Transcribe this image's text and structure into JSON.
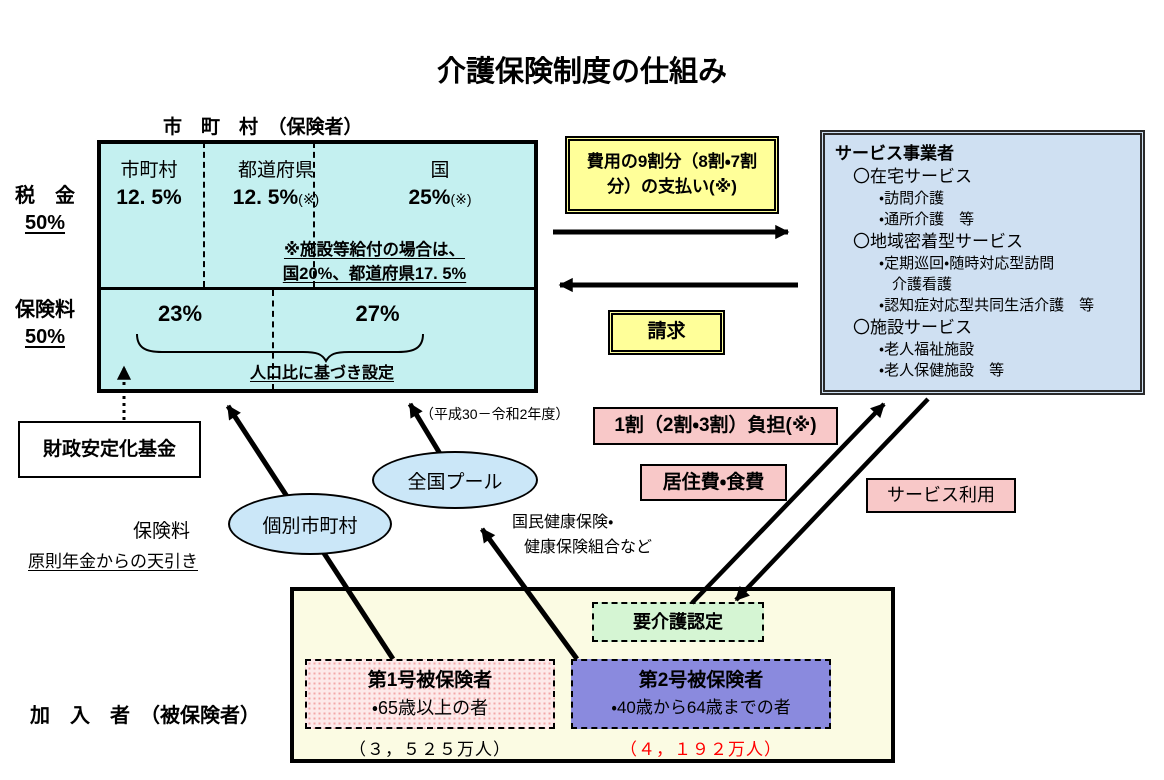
{
  "colors": {
    "cyan": "#c4f0f0",
    "yellow": "#ffff99",
    "blue_panel": "#cfe0f2",
    "pink": "#f8c8c8",
    "pink_dot": "#f2a8a8",
    "green": "#d5f5d3",
    "purple": "#8a8ade",
    "cream": "#fbfbe3",
    "ellipse_blue": "#cbe7f8",
    "red": "#ff0000"
  },
  "title": "介護保険制度の仕組み",
  "insurer_label": "市　町　村　（保険者）",
  "funding_box": {
    "cells": [
      {
        "name": "市町村",
        "pct": "12. 5%",
        "mark": ""
      },
      {
        "name": "都道府県",
        "pct": "12. 5%",
        "mark": "(※)"
      },
      {
        "name": "国",
        "pct": "25%",
        "mark": "(※)"
      }
    ],
    "facility_note_line1": "※施設等給付の場合は、",
    "facility_note_line2": "国20%、都道府県17. 5%",
    "premium_left_pct": "23%",
    "premium_right_pct": "27%",
    "population_note": "人口比に基づき設定"
  },
  "side_labels": {
    "tax": "税　金",
    "tax_pct": "50%",
    "premium": "保険料",
    "premium_pct": "50%"
  },
  "payment_note": "費用の9割分（8割・7割分）の支払い(※)",
  "claim_label": "請求",
  "provider_box": {
    "lines": [
      "サービス事業者",
      "〇在宅サービス",
      "・訪問介護",
      "・通所介護　等",
      "〇地域密着型サービス",
      "・定期巡回・随時対応型訪問",
      "介護看護",
      "・認知症対応型共同生活介護　等",
      "〇施設サービス",
      "・老人福祉施設",
      "・老人保健施設　等"
    ]
  },
  "fund_label": "財政安定化基金",
  "era_note": "（平成30－令和2年度）",
  "pool_label": "全国プール",
  "municipal_label": "個別市町村",
  "premium_label": "保険料",
  "premium_note": "原則年金からの天引き",
  "health_note_line1": "国民健康保険・",
  "health_note_line2": "健康保険組合など",
  "burden_label": "1割（2割・3割）負担(※)",
  "living_label": "居住費・食費",
  "service_use_label": "サービス利用",
  "cert_label": "要介護認定",
  "insured_no1": {
    "title": "第1号被保険者",
    "desc": "・65歳以上の者",
    "count": "（３，５２５万人）"
  },
  "insured_no2": {
    "title": "第2号被保険者",
    "desc": "・40歳から64歳までの者",
    "count": "（４，１９２万人）"
  },
  "members_label": "加　入　者　（被保険者）"
}
